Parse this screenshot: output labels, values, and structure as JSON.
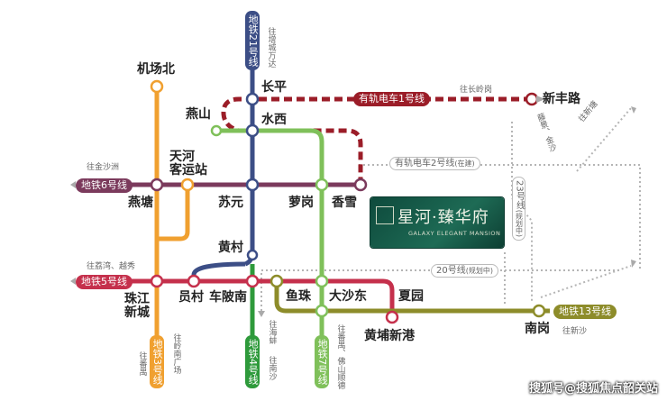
{
  "stations": {
    "jichangbei": "机场北",
    "changping": "长平",
    "xinfenglu": "新丰路",
    "yanshan": "燕山",
    "shuixi": "水西",
    "tianhe_keyunzhan": "天河\n客运站",
    "yantang": "燕塘",
    "suyuan": "苏元",
    "luogang": "萝岗",
    "xiangxue": "香雪",
    "huangcun": "黄村",
    "zhujiang_xincheng": "珠江\n新城",
    "yuancun": "员村",
    "chebeinan": "车陂南",
    "yuzhu": "鱼珠",
    "dashadong": "大沙东",
    "xiayuan": "夏园",
    "huangpu_xingang": "黄埔新港",
    "nangang": "南岗"
  },
  "lines": {
    "metro21": "地铁21号线",
    "tram1": "有轨电车1号线",
    "tram2": "有轨电车2号线",
    "tram2_note": "(在建)",
    "metro6": "地铁6号线",
    "metro5": "地铁5号线",
    "metro23": "23号线",
    "metro23_note": "(规划中)",
    "metro20": "20号线",
    "metro20_note": "(规划中)",
    "metro13": "地铁13号线",
    "metro3": "地铁3号线",
    "metro4": "地铁4号线",
    "metro7": "地铁7号线"
  },
  "directions": {
    "zengcheng_wanda": "往增城万达",
    "changlinggang": "往长岭岗",
    "jinshazhou": "往金沙洲",
    "lizhiwan_yuexiu": "往荔湾、越秀",
    "lingnan_guangchang": "往岭南广场",
    "panyu_a": "往番禺",
    "haibang": "往海蚌",
    "nansha": "往南沙",
    "panyu_foshan": "往番禺、佛山顺德",
    "xinsha": "往新沙",
    "jiaoxiang": "藤景、金沙",
    "top_right_diag": "往新塘"
  },
  "project": {
    "name": "星河·臻华府",
    "english": "GALAXY ELEGANT MANSION"
  },
  "watermark": "搜狐号@搜狐焦点韶关站",
  "colors": {
    "metro21": "#3c4e86",
    "tram1": "#9b1d28",
    "metro6": "#7b3a5c",
    "metro5": "#c5304c",
    "metro3": "#f0a030",
    "metro4": "#2e9a3b",
    "metro7": "#7fc05a",
    "metro13": "#8d8c2a",
    "planned": "#b0b0b0",
    "project": "#1e6b55"
  }
}
